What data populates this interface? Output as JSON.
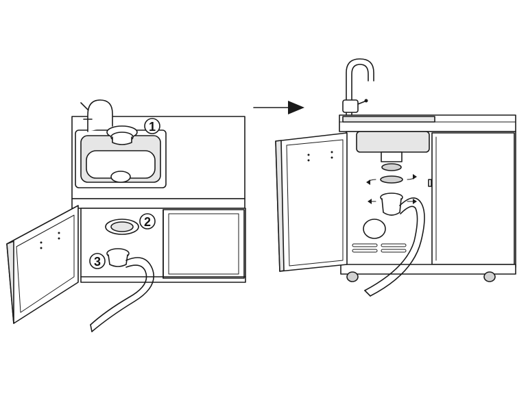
{
  "callouts": [
    {
      "id": "1",
      "label": "1"
    },
    {
      "id": "2",
      "label": "2"
    },
    {
      "id": "3",
      "label": "3"
    }
  ],
  "colors": {
    "line": "#1a1a1a",
    "background": "#ffffff",
    "shade": "#e6e6e6"
  }
}
